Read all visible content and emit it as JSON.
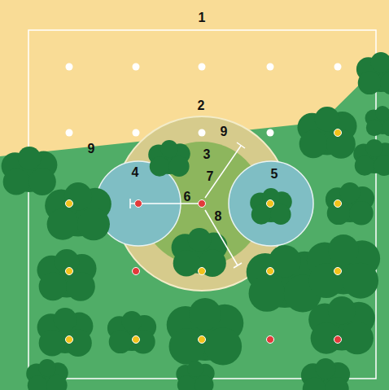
{
  "diagram": {
    "labels": [
      "1",
      "2",
      "9",
      "9",
      "3",
      "4",
      "7",
      "6",
      "5",
      "8"
    ]
  }
}
